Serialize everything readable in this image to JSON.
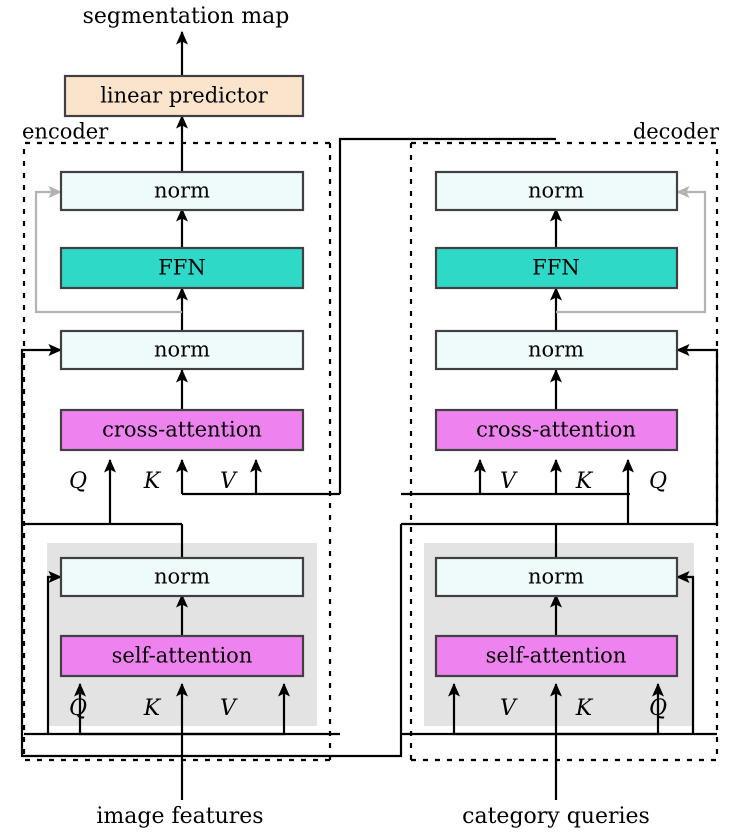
{
  "diagram": {
    "title_top": "segmentation map",
    "inputs": {
      "left": "image features",
      "right": "category queries"
    },
    "sections": {
      "left": "encoder",
      "right": "decoder"
    },
    "predictor": {
      "label": "linear predictor"
    },
    "colors": {
      "predictor_fill": "#fae5cc",
      "norm_fill": "#effafa",
      "ffn_fill": "#2fd9c8",
      "attention_fill": "#ee82ee",
      "band_fill": "#e3e3e3",
      "edge": "#404040",
      "wire": "#000000",
      "residual_wire": "#b3b3b3"
    },
    "left_column": {
      "name": "encoder",
      "blocks": [
        {
          "id": "enc-norm-top",
          "label": "norm",
          "kind": "norm"
        },
        {
          "id": "enc-ffn",
          "label": "FFN",
          "kind": "ffn"
        },
        {
          "id": "enc-norm-mid",
          "label": "norm",
          "kind": "norm"
        },
        {
          "id": "enc-cross-attention",
          "label": "cross-attention",
          "kind": "attention"
        },
        {
          "id": "enc-norm-bottom",
          "label": "norm",
          "kind": "norm"
        },
        {
          "id": "enc-self-attention",
          "label": "self-attention",
          "kind": "attention"
        }
      ],
      "cross_attention_inputs": [
        "Q",
        "K",
        "V"
      ],
      "self_attention_inputs": [
        "Q",
        "K",
        "V"
      ]
    },
    "right_column": {
      "name": "decoder",
      "blocks": [
        {
          "id": "dec-norm-top",
          "label": "norm",
          "kind": "norm"
        },
        {
          "id": "dec-ffn",
          "label": "FFN",
          "kind": "ffn"
        },
        {
          "id": "dec-norm-mid",
          "label": "norm",
          "kind": "norm"
        },
        {
          "id": "dec-cross-attention",
          "label": "cross-attention",
          "kind": "attention"
        },
        {
          "id": "dec-norm-bottom",
          "label": "norm",
          "kind": "norm"
        },
        {
          "id": "dec-self-attention",
          "label": "self-attention",
          "kind": "attention"
        }
      ],
      "cross_attention_inputs": [
        "V",
        "K",
        "Q"
      ],
      "self_attention_inputs": [
        "V",
        "K",
        "Q"
      ]
    }
  }
}
